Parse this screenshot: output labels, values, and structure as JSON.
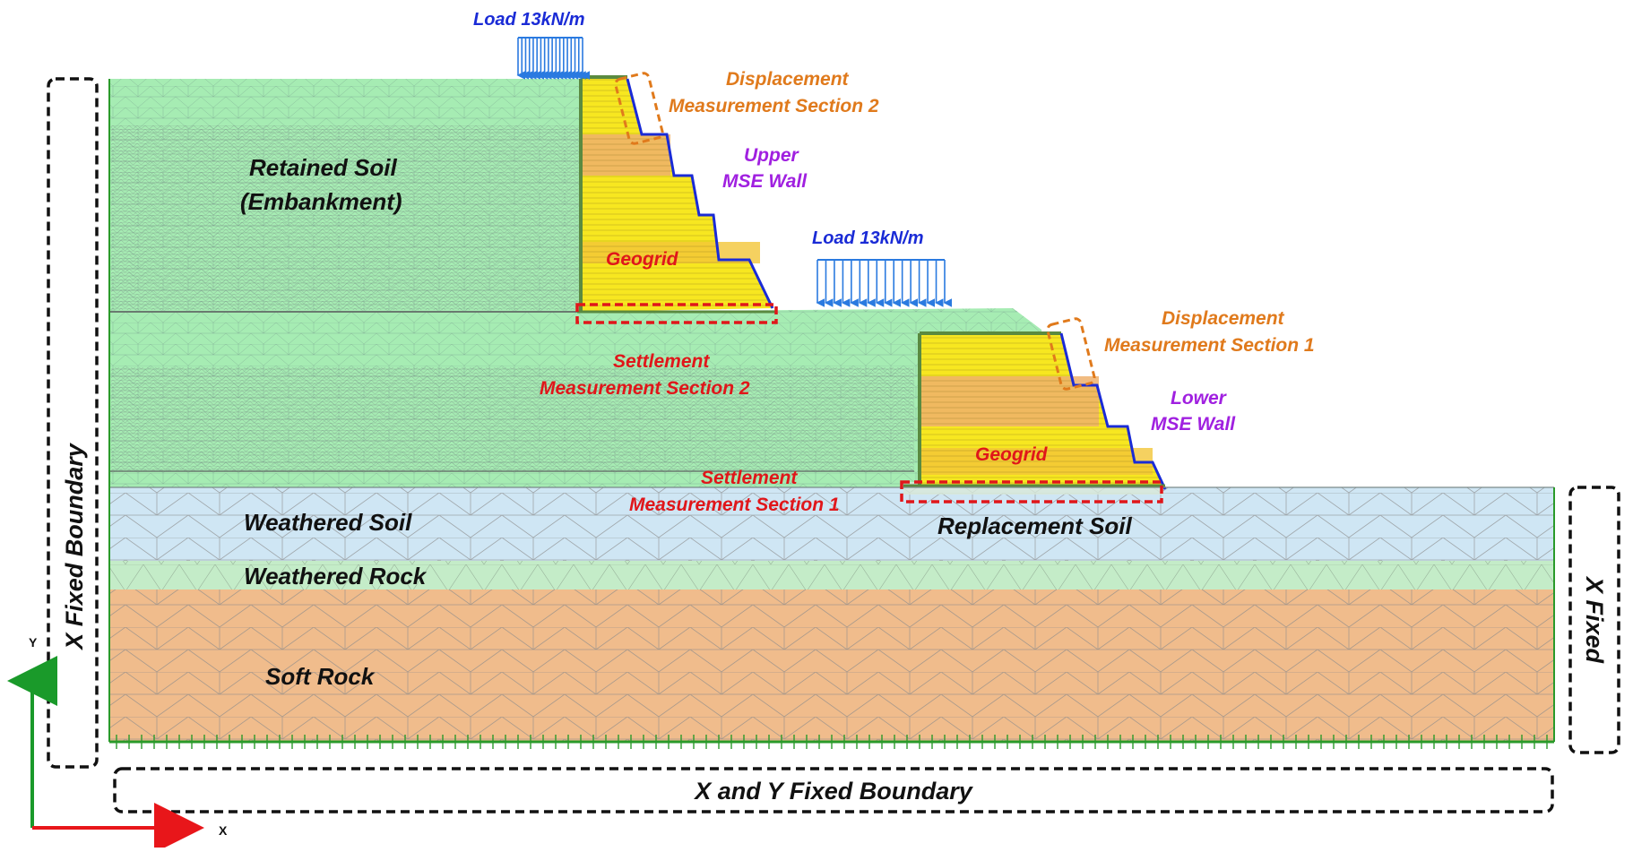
{
  "labels": {
    "load_upper": "Load 13kN/m",
    "load_lower": "Load 13kN/m",
    "disp_section_2_line1": "Displacement",
    "disp_section_2_line2": "Measurement Section 2",
    "disp_section_1_line1": "Displacement",
    "disp_section_1_line2": "Measurement Section 1",
    "upper_wall_line1": "Upper",
    "upper_wall_line2": "MSE Wall",
    "lower_wall_line1": "Lower",
    "lower_wall_line2": "MSE Wall",
    "retained_soil_line1": "Retained Soil",
    "retained_soil_line2": "(Embankment)",
    "geogrid_upper": "Geogrid",
    "geogrid_lower": "Geogrid",
    "settlement_2_line1": "Settlement",
    "settlement_2_line2": "Measurement Section 2",
    "settlement_1_line1": "Settlement",
    "settlement_1_line2": "Measurement Section 1",
    "weathered_soil": "Weathered Soil",
    "weathered_rock": "Weathered Rock",
    "soft_rock": "Soft Rock",
    "replacement_soil": "Replacement Soil",
    "x_fixed_boundary": "X Fixed Boundary",
    "x_fixed": "X Fixed",
    "xy_fixed_boundary": "X and Y Fixed Boundary",
    "axis_x": "X",
    "axis_y": "Y"
  },
  "colors": {
    "embankment": "#a6ecb3",
    "weathered_soil": "#cfe6f4",
    "weathered_rock": "#c4ecc8",
    "soft_rock": "#f0bc8c",
    "geogrid_yellow": "#f7e720",
    "geogrid_orange": "#eeb06c",
    "load_arrow": "#2a7ae0",
    "mesh_line": "#7a8a8a",
    "axis_y": "#1a9a2a",
    "axis_x": "#e8161a"
  }
}
